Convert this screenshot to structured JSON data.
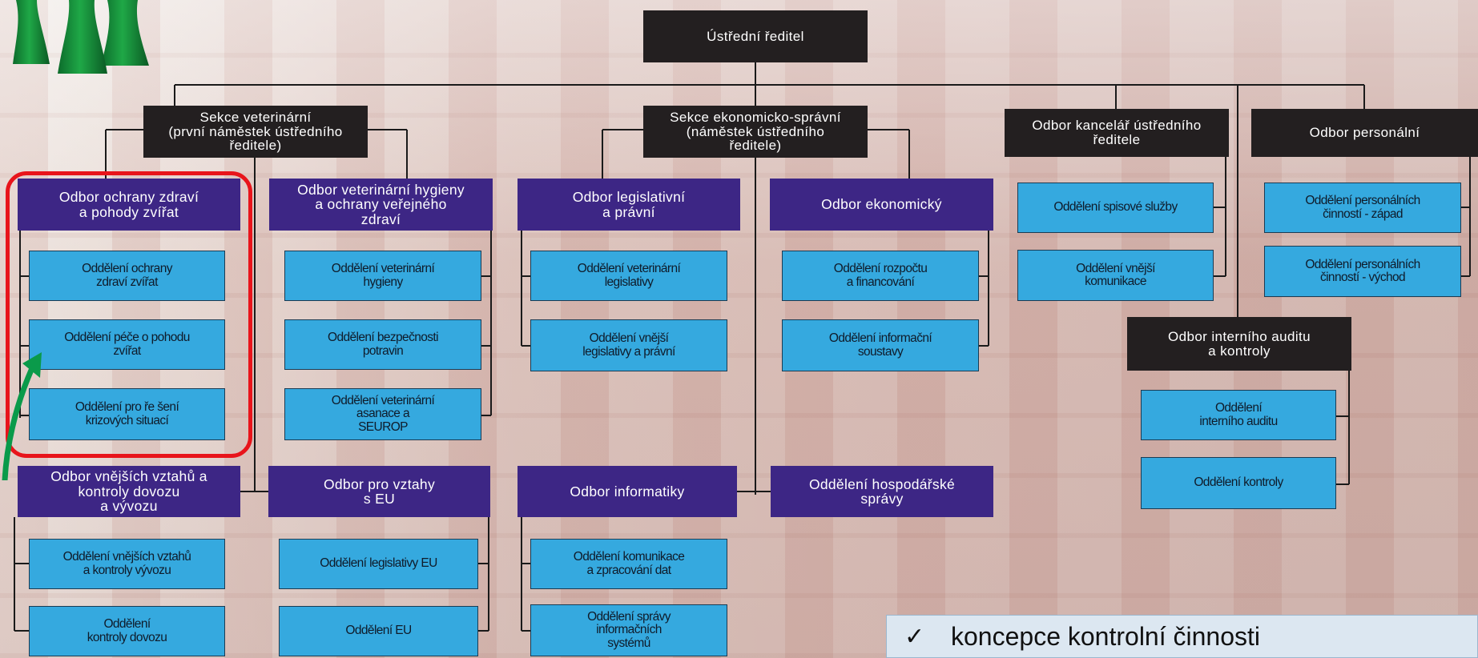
{
  "top": {
    "label": "Ústřední ředitel"
  },
  "sections": [
    {
      "id": "sv",
      "label": "Sekce veterinární\n(první náměstek ústředního\nředitele)"
    },
    {
      "id": "ses",
      "label": "Sekce ekonomicko-správní\n(náměstek ústředního\nředitele)"
    },
    {
      "id": "okur",
      "label": "Odbor kancelář ústředního\nředitele"
    },
    {
      "id": "op",
      "label": "Odbor personální"
    },
    {
      "id": "oia",
      "label": "Odbor interního auditu\na kontroly"
    }
  ],
  "odbory": [
    {
      "id": "oozpz",
      "label": "Odbor ochrany zdraví\na pohody zvířat"
    },
    {
      "id": "ovh",
      "label": "Odbor veterinární hygieny\na ochrany veřejného\nzdraví"
    },
    {
      "id": "olp",
      "label": "Odbor legislativní\na právní"
    },
    {
      "id": "oe",
      "label": "Odbor ekonomický"
    },
    {
      "id": "ovv",
      "label": "Odbor vnějších vztahů a\nkontroly dovozu\na vývozu"
    },
    {
      "id": "oeu",
      "label": "Odbor pro vztahy\ns EU"
    },
    {
      "id": "oi",
      "label": "Odbor informatiky"
    },
    {
      "id": "ohs",
      "label": "Oddělení hospodářské\nsprávy"
    }
  ],
  "oddeleni": [
    {
      "id": "d1",
      "label": "Oddělení ochrany\nzdraví zvířat"
    },
    {
      "id": "d2",
      "label": "Oddělení péče o pohodu\nzvířat"
    },
    {
      "id": "d3",
      "label": "Oddělení pro ře šení\nkrizových situací"
    },
    {
      "id": "d4",
      "label": "Oddělení veterinární\nhygieny"
    },
    {
      "id": "d5",
      "label": "Oddělení bezpečnosti\npotravin"
    },
    {
      "id": "d6",
      "label": "Oddělení veterinární\nasanace a\nSEUROP"
    },
    {
      "id": "d7",
      "label": "Oddělení veterinární\nlegislativy"
    },
    {
      "id": "d8",
      "label": "Oddělení vnější\nlegislativy a právní"
    },
    {
      "id": "d9",
      "label": "Oddělení rozpočtu\na financování"
    },
    {
      "id": "d10",
      "label": "Oddělení informační\nsoustavy"
    },
    {
      "id": "d11",
      "label": "Oddělení spisové služby"
    },
    {
      "id": "d12",
      "label": "Oddělení vnější\nkomunikace"
    },
    {
      "id": "d13",
      "label": "Oddělení personálních\nčinností - západ"
    },
    {
      "id": "d14",
      "label": "Oddělení personálních\nčinností - východ"
    },
    {
      "id": "d15",
      "label": "Oddělení\ninterního auditu"
    },
    {
      "id": "d16",
      "label": "Oddělení kontroly"
    },
    {
      "id": "d17",
      "label": "Oddělení vnějších vztahů\na kontroly vývozu"
    },
    {
      "id": "d18",
      "label": "Oddělení\nkontroly dovozu"
    },
    {
      "id": "d19",
      "label": "Oddělení legislativy EU"
    },
    {
      "id": "d20",
      "label": "Oddělení EU"
    },
    {
      "id": "d21",
      "label": "Oddělení komunikace\na zpracování dat"
    },
    {
      "id": "d22",
      "label": "Oddělení správy\ninformačních\nsystémů"
    }
  ],
  "note": {
    "check": "✓",
    "text": "koncepce kontrolní činnosti"
  },
  "colors": {
    "dark": "#231f20",
    "purple": "#3d2685",
    "blue": "#35a9df",
    "highlight_red": "#e8141b",
    "arrow_green": "#0a9a4a",
    "note_bg": "#dce7f1"
  }
}
